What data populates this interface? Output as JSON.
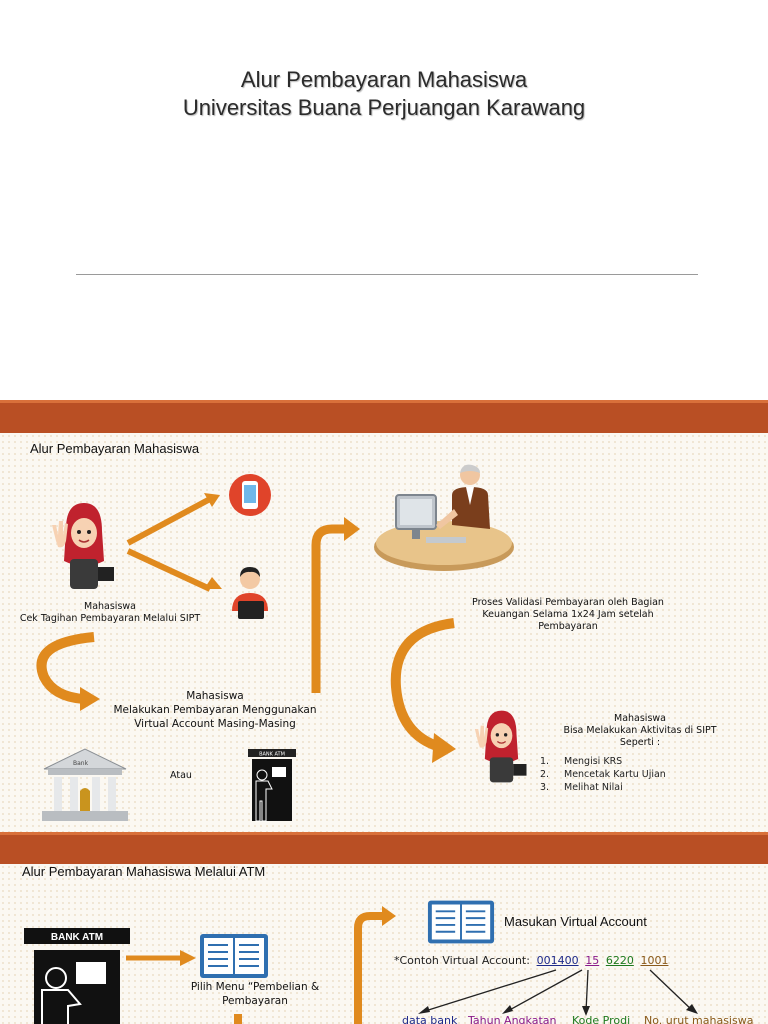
{
  "slide1": {
    "title_line1": "Alur Pembayaran Mahasiswa",
    "title_line2": "Universitas Buana Perjuangan Karawang"
  },
  "slide2": {
    "heading": "Alur Pembayaran Mahasiswa",
    "step1_line1": "Mahasiswa",
    "step1_line2": "Cek Tagihan Pembayaran Melalui SIPT",
    "step2_line1": "Mahasiswa",
    "step2_line2": "Melakukan Pembayaran Menggunakan",
    "step2_line3": "Virtual Account Masing-Masing",
    "atau": "Atau",
    "bank_label": "Bank",
    "atm_label": "BANK ATM",
    "validation_line1": "Proses Validasi Pembayaran oleh Bagian",
    "validation_line2": "Keuangan Selama 1x24 Jam setelah",
    "validation_line3": "Pembayaran",
    "final_line1": "Mahasiswa",
    "final_line2": "Bisa Melakukan Aktivitas di SIPT",
    "final_line3": "Seperti :",
    "activities": [
      {
        "n": "1.",
        "text": "Mengisi KRS"
      },
      {
        "n": "2.",
        "text": "Mencetak Kartu Ujian"
      },
      {
        "n": "3.",
        "text": "Melihat Nilai"
      }
    ]
  },
  "slide3": {
    "heading": "Alur Pembayaran Mahasiswa Melalui ATM",
    "atm_label": "BANK ATM",
    "menu_line1": "Pilih Menu “Pembelian &",
    "menu_line2": "Pembayaran",
    "va_title": "Masukan Virtual Account",
    "va_example_label": "*Contoh Virtual Account:",
    "va_part1": "001400",
    "va_part2": "15",
    "va_part3": "6220",
    "va_part4": "1001",
    "legend1": "data bank",
    "legend2": "Tahun Angkatan",
    "legend3": "Kode Prodi",
    "legend4": "No. urut mahasiswa"
  },
  "colors": {
    "band": "#b94f24",
    "arrow": "#e08a1e",
    "book": "#2f6fb0"
  }
}
